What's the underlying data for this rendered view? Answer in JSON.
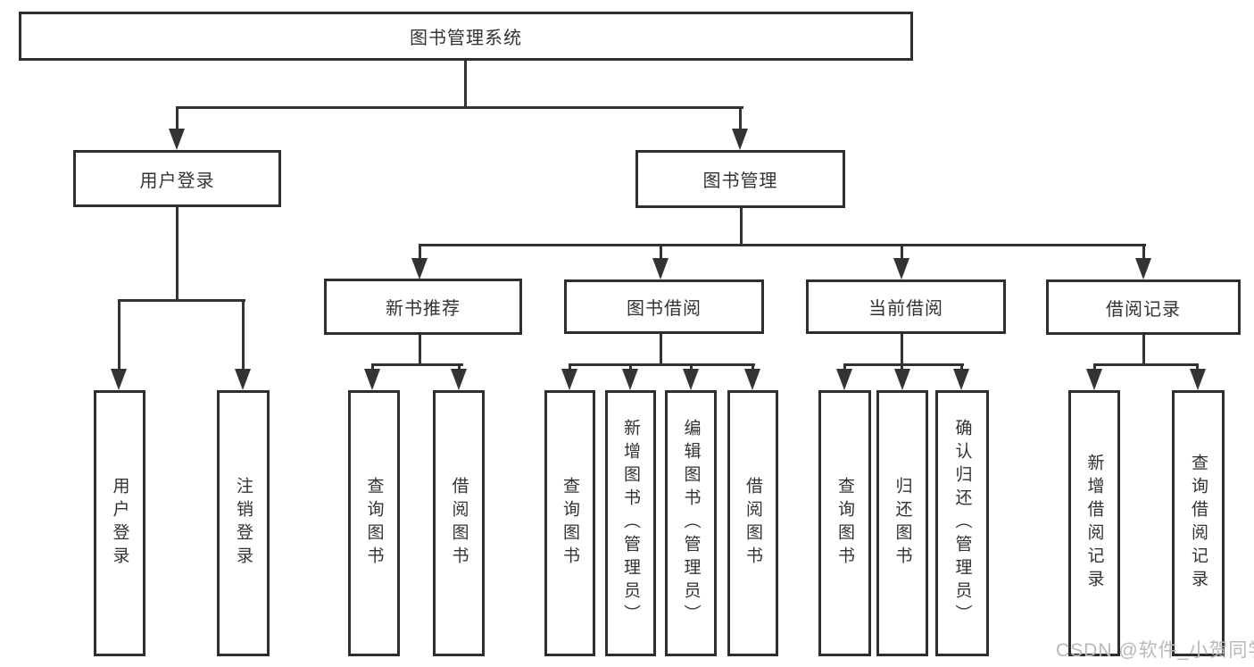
{
  "root": {
    "label": "图书管理系统"
  },
  "branches": [
    {
      "label": "用户登录",
      "leaves": [
        {
          "label": "用户登录"
        },
        {
          "label": "注销登录"
        }
      ]
    },
    {
      "label": "图书管理",
      "children": [
        {
          "label": "新书推荐",
          "leaves": [
            {
              "label": "查询图书"
            },
            {
              "label": "借阅图书"
            }
          ]
        },
        {
          "label": "图书借阅",
          "leaves": [
            {
              "label": "查询图书"
            },
            {
              "label": "新增图书（管理员）"
            },
            {
              "label": "编辑图书（管理员）"
            },
            {
              "label": "借阅图书"
            }
          ]
        },
        {
          "label": "当前借阅",
          "leaves": [
            {
              "label": "查询图书"
            },
            {
              "label": "归还图书"
            },
            {
              "label": "确认归还（管理员）"
            }
          ]
        },
        {
          "label": "借阅记录",
          "leaves": [
            {
              "label": "新增借阅记录"
            },
            {
              "label": "查询借阅记录"
            }
          ]
        }
      ]
    }
  ],
  "watermark": {
    "text": "CSDN @软件_小贺同学"
  },
  "colors": {
    "line": "#333333",
    "box_border": "#2e2e2e",
    "text": "#333333",
    "watermark": "#b9b9b9",
    "background": "#ffffff"
  }
}
